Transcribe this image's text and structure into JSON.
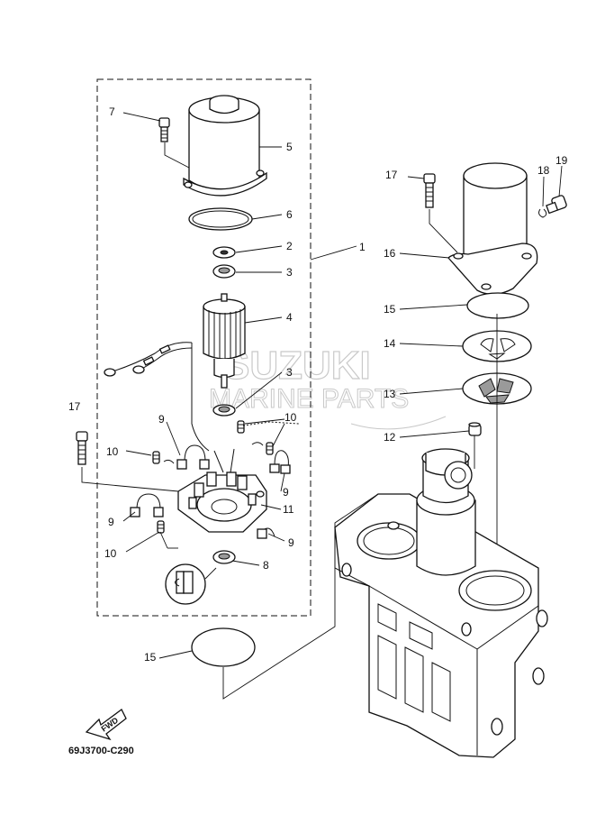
{
  "callouts": {
    "c1": "1",
    "c2": "2",
    "c3a": "3",
    "c3b": "3",
    "c4": "4",
    "c5": "5",
    "c6": "6",
    "c7": "7",
    "c8": "8",
    "c9a": "9",
    "c9b": "9",
    "c9c": "9",
    "c9d": "9",
    "c10a": "10",
    "c10b": "10",
    "c10c": "10",
    "c11": "11",
    "c12": "12",
    "c13": "13",
    "c14": "14",
    "c15a": "15",
    "c15b": "15",
    "c16": "16",
    "c17a": "17",
    "c17b": "17",
    "c18": "18",
    "c19": "19"
  },
  "watermark": {
    "brand": "SUZUKI",
    "subtitle": "MARINE PARTS"
  },
  "fwd_arrow": {
    "label": "FWD"
  },
  "diagram_code": "69J3700-C290"
}
